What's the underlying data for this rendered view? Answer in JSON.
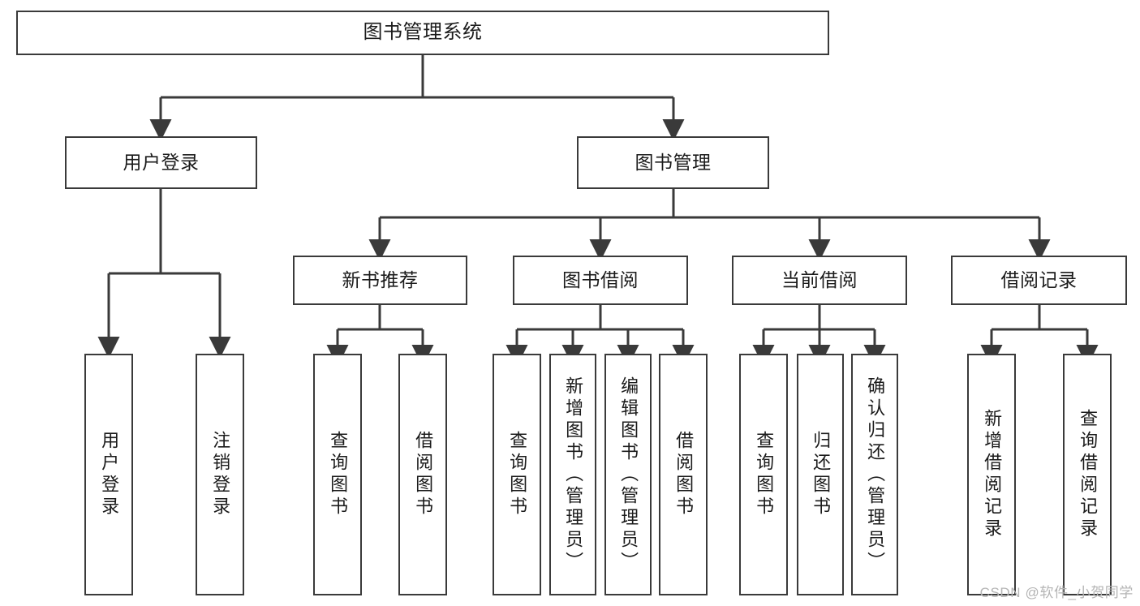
{
  "diagram": {
    "title": "图书管理系统",
    "type": "tree-hierarchy-chart",
    "stroke_color": "#3a3a3a",
    "text_color": "#1b1b1b",
    "background_color": "#ffffff",
    "root": {
      "label": "图书管理系统"
    },
    "level2": [
      {
        "label": "用户登录"
      },
      {
        "label": "图书管理"
      }
    ],
    "level3": [
      {
        "label": "新书推荐"
      },
      {
        "label": "图书借阅"
      },
      {
        "label": "当前借阅"
      },
      {
        "label": "借阅记录"
      }
    ],
    "leaves": {
      "user_login": [
        {
          "label": "用户登录"
        },
        {
          "label": "注销登录"
        }
      ],
      "new_book_recommend": [
        {
          "label": "查询图书"
        },
        {
          "label": "借阅图书"
        }
      ],
      "book_borrow": [
        {
          "label": "查询图书"
        },
        {
          "label": "新增图书（管理员）"
        },
        {
          "label": "编辑图书（管理员）"
        },
        {
          "label": "借阅图书"
        }
      ],
      "current_borrow": [
        {
          "label": "查询图书"
        },
        {
          "label": "归还图书"
        },
        {
          "label": "确认归还（管理员）"
        }
      ],
      "borrow_record": [
        {
          "label": "新增借阅记录"
        },
        {
          "label": "查询借阅记录"
        }
      ]
    }
  },
  "watermark": {
    "text": "CSDN @软件_小贺同学"
  }
}
